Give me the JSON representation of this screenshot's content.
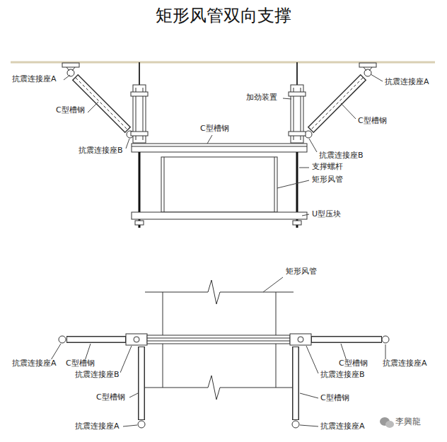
{
  "diagram": {
    "title": "矩形风管双向支撑",
    "labels": [
      "抗震连接座A",
      "C型槽钢",
      "抗震连接座B",
      "加劲装置",
      "抗震连接座A",
      "C型槽钢",
      "C型槽钢",
      "抗震连接座B",
      "支撑螺杆",
      "矩形风管",
      "U型压块",
      "矩形风管",
      "抗震连接座A",
      "C型槽钢",
      "抗震连接座B",
      "C型槽钢",
      "抗震连接座A",
      "C型槽钢",
      "抗震连接座A",
      "抗震连接座B",
      "C型槽钢",
      "抗震连接座A",
      "李興龍"
    ]
  }
}
